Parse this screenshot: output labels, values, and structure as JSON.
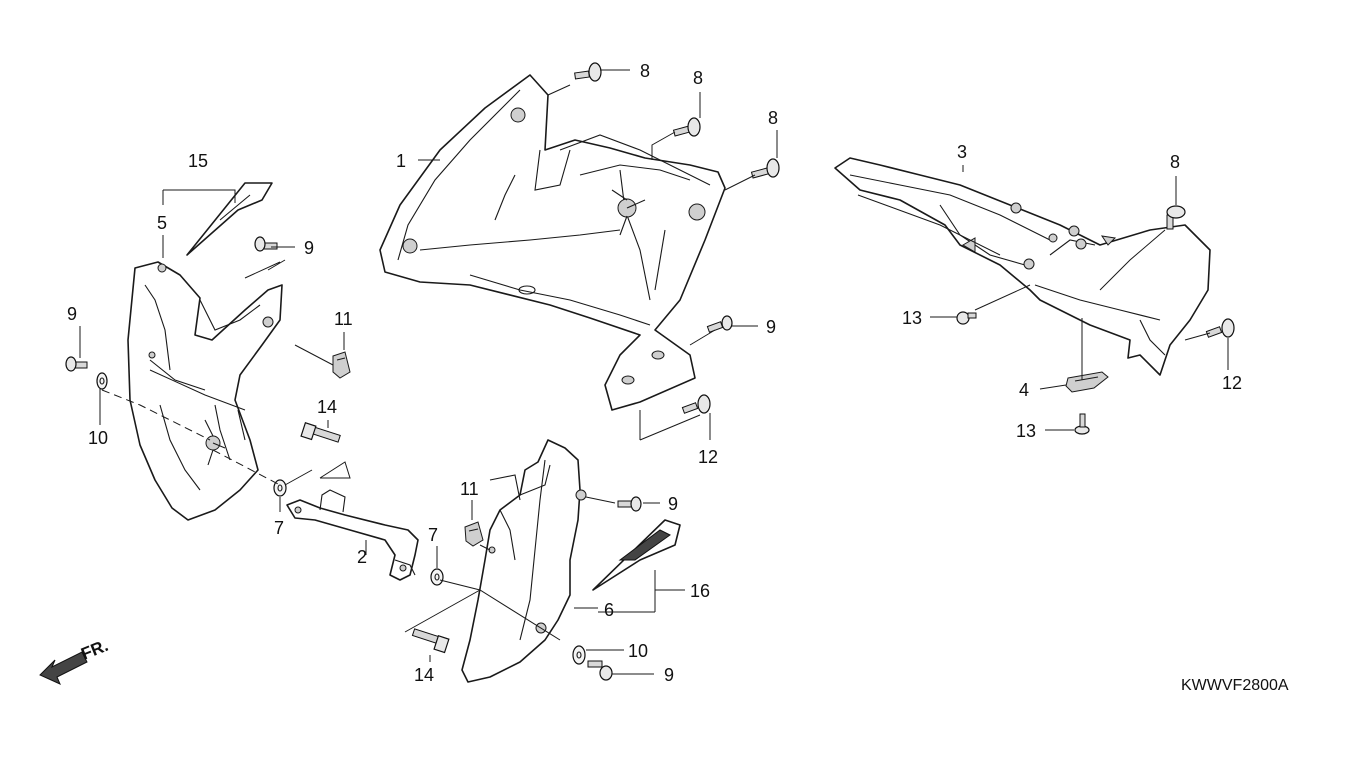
{
  "diagram_code": "KWWVF2800A",
  "front_indicator": "FR.",
  "callouts": {
    "c1": "1",
    "c2": "2",
    "c3": "3",
    "c4": "4",
    "c5": "5",
    "c6": "6",
    "c7a": "7",
    "c7b": "7",
    "c8a": "8",
    "c8b": "8",
    "c8c": "8",
    "c8d": "8",
    "c9a": "9",
    "c9b": "9",
    "c9c": "9",
    "c9d": "9",
    "c9e": "9",
    "c10a": "10",
    "c10b": "10",
    "c11a": "11",
    "c11b": "11",
    "c12a": "12",
    "c12b": "12",
    "c13a": "13",
    "c13b": "13",
    "c14a": "14",
    "c14b": "14",
    "c15": "15",
    "c16": "16"
  }
}
